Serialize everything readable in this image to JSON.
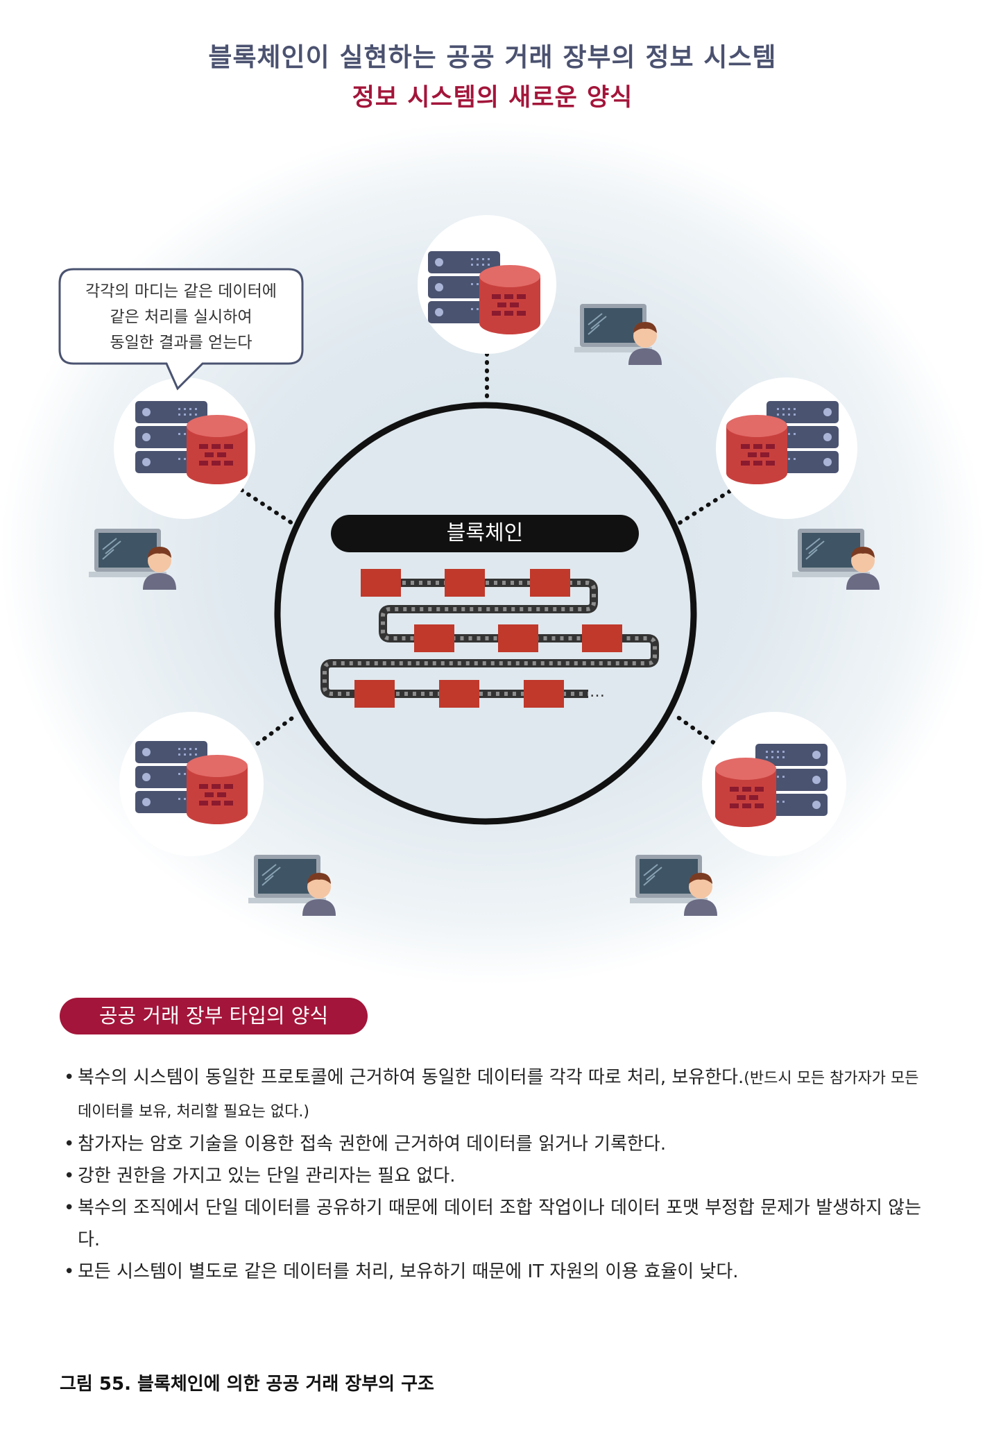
{
  "title": "블록체인이 실현하는 공공 거래 장부의 정보 시스템",
  "subtitle": "정보 시스템의 새로운 양식",
  "speech_bubble": [
    "각각의 마디는 같은 데이터에",
    "같은 처리를 실시하여",
    "동일한 결과를 얻는다"
  ],
  "blockchain_label": "블록체인",
  "chain_ellipsis": "…",
  "section_label": "공공 거래 장부 타입의 양식",
  "bullets": [
    {
      "text": "복수의 시스템이 동일한 프로토콜에 근거하여 동일한 데이터를 각각 따로 처리, 보유한다.",
      "note": "(반드시 모든 참가자가 모든 데이터를 보유, 처리할 필요는 없다.)"
    },
    {
      "text": "참가자는 암호 기술을 이용한 접속 권한에 근거하여 데이터를 읽거나 기록한다."
    },
    {
      "text": "강한 권한을 가지고 있는 단일 관리자는 필요 없다."
    },
    {
      "text": "복수의 조직에서 단일 데이터를 공유하기 때문에 데이터 조합 작업이나 데이터 포맷 부정합 문제가 발생하지 않는다."
    },
    {
      "text": "모든 시스템이 별도로 같은 데이터를 처리, 보유하기 때문에 IT 자원의 이용 효율이 낮다."
    }
  ],
  "caption": "그림 55. 블록체인에 의한 공공 거래 장부의 구조",
  "colors": {
    "title": "#4b5270",
    "accent": "#a3153a",
    "server": "#4a5370",
    "database": "#d94b48",
    "block": "#c0392b",
    "ring": "#111111"
  },
  "icons": [
    "server-rack-icon",
    "database-icon",
    "laptop-icon",
    "user-icon",
    "chain-icon"
  ]
}
